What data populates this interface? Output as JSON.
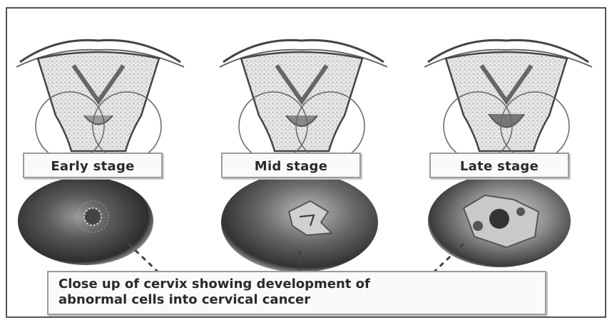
{
  "stages": [
    {
      "label": "Early stage"
    },
    {
      "label": "Mid stage"
    },
    {
      "label": "Late stage"
    }
  ],
  "caption": {
    "line1": "Close up of cervix showing development of",
    "line2": "abnormal cells into cervical cancer"
  },
  "colors": {
    "ink": "#2a2a2a",
    "border": "#9a9a9a",
    "tissue_light": "#e3e3e3",
    "tissue_dark": "#444444"
  },
  "icons": [
    "uterus-illustration",
    "cervix-closeup-illustration"
  ]
}
